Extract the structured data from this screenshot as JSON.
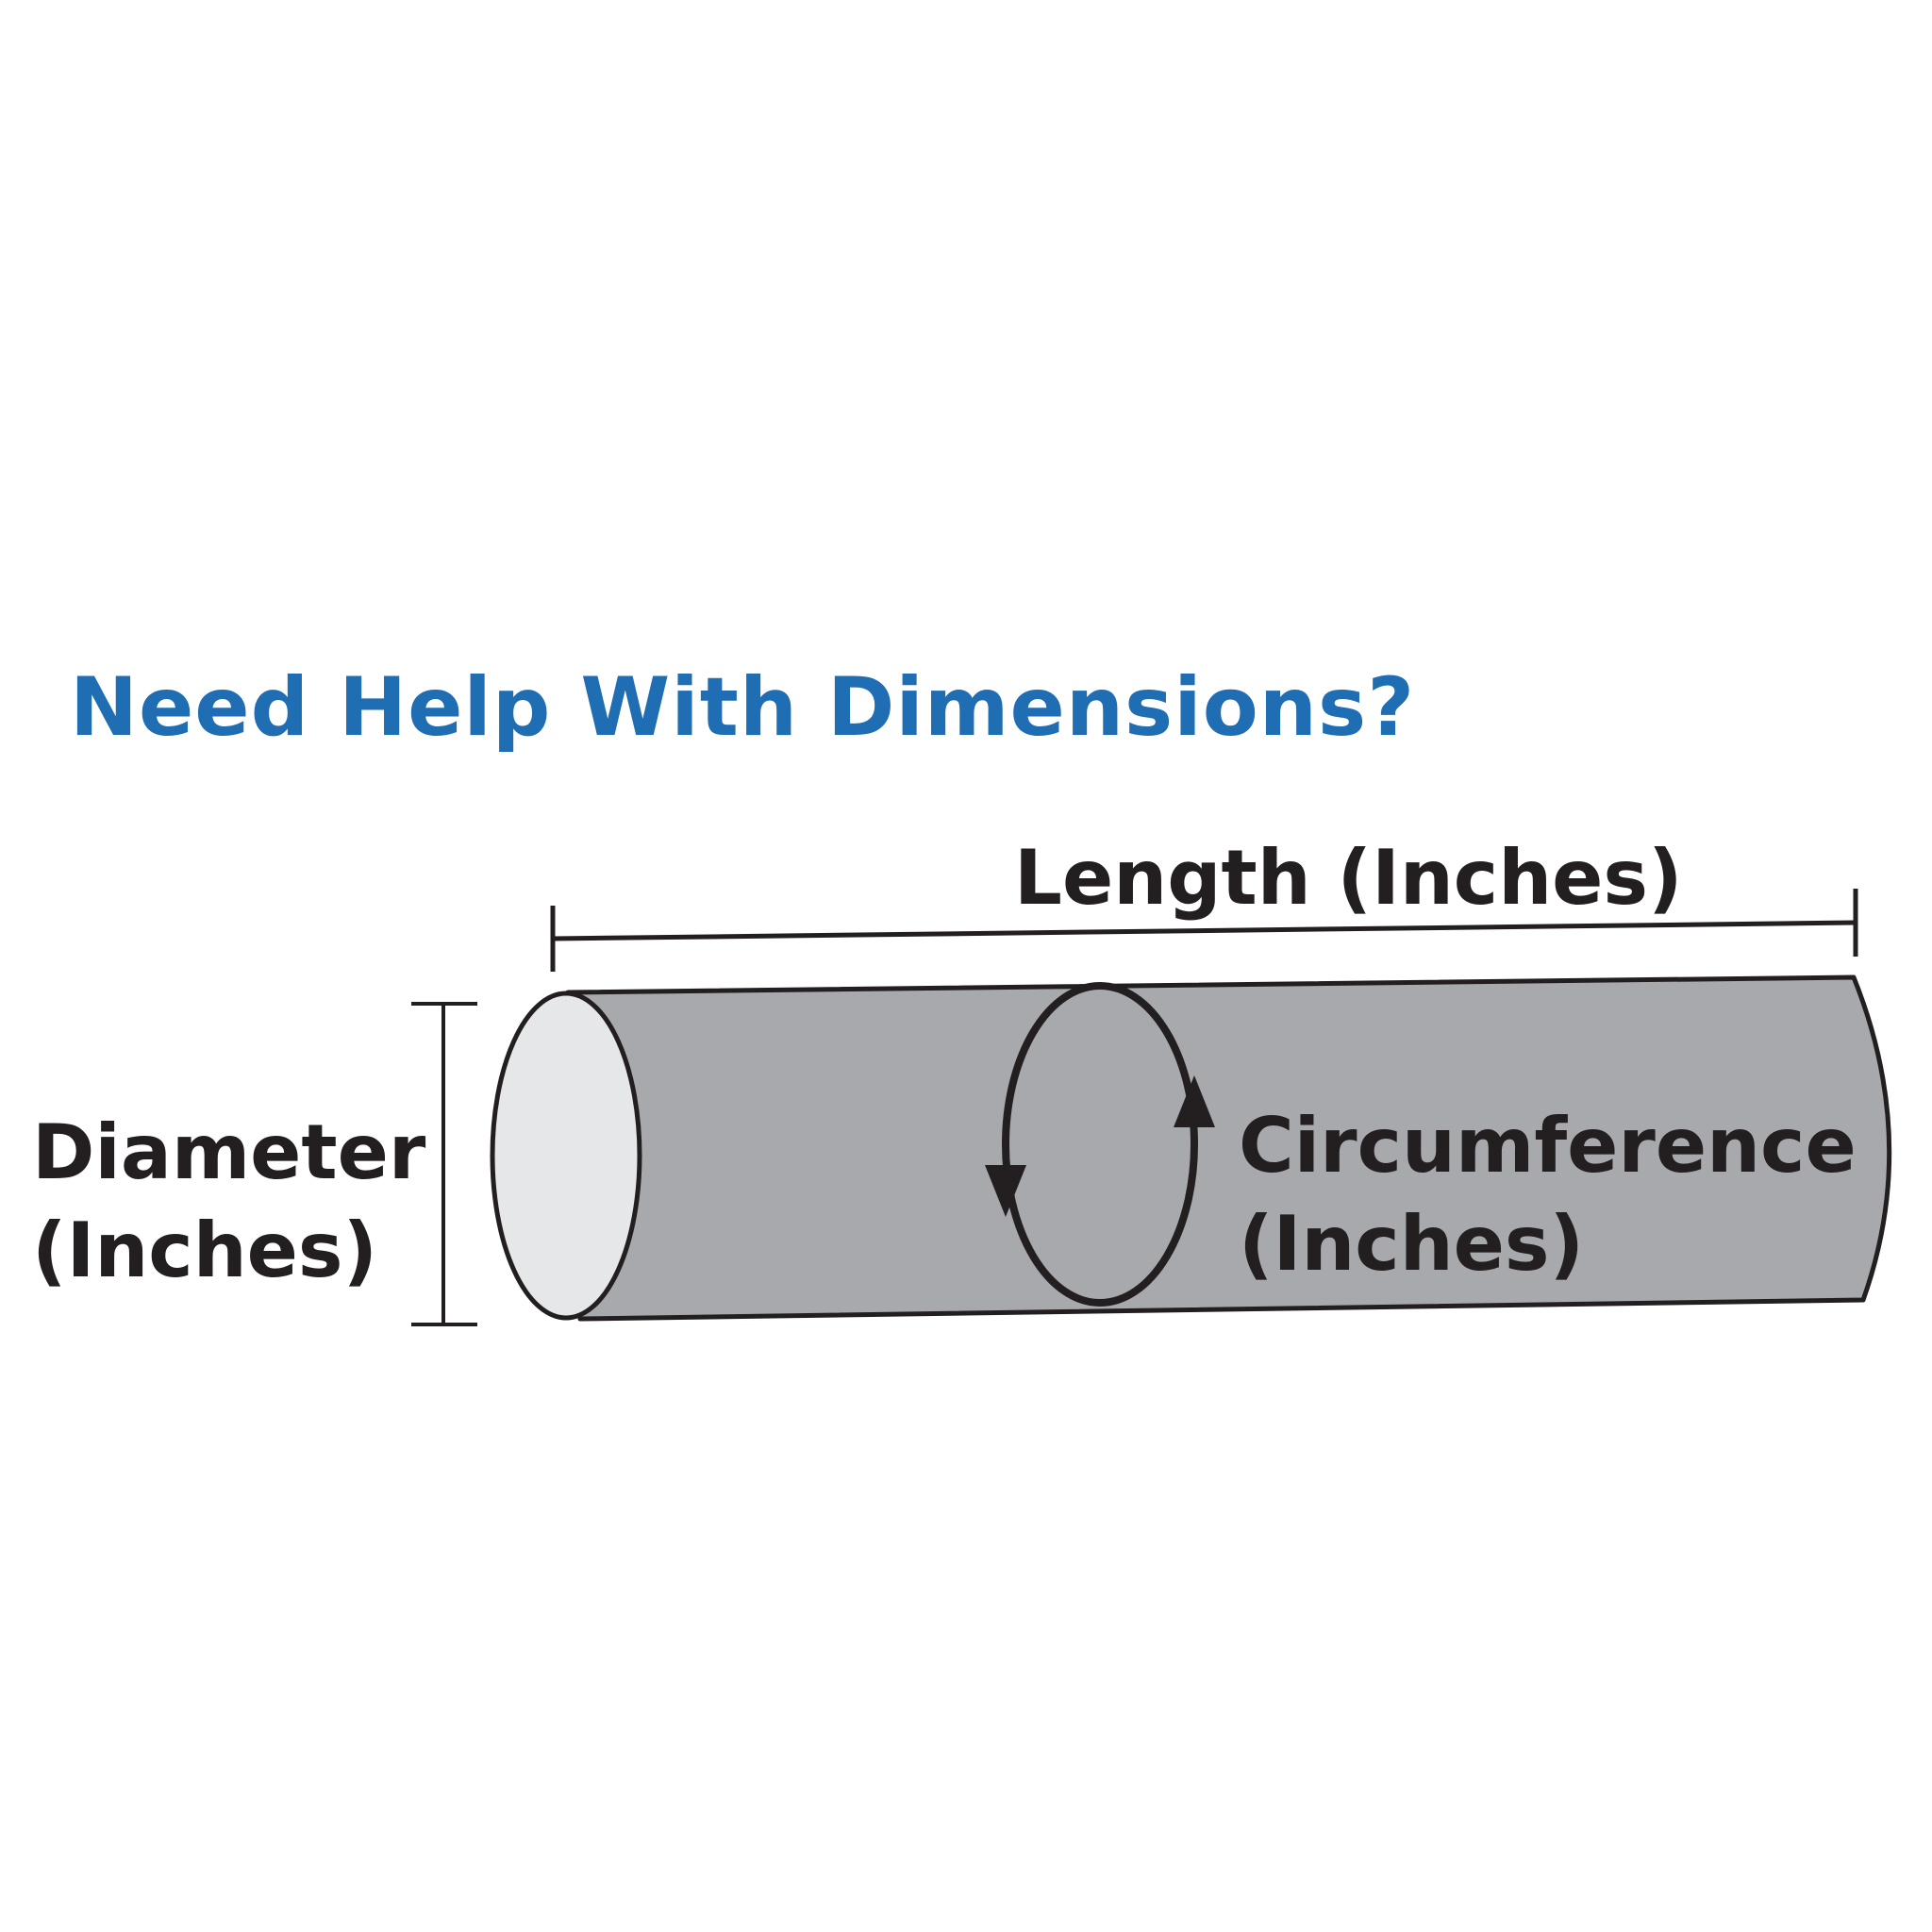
{
  "title": "Need Help With Dimensions?",
  "labels": {
    "length": "Length (Inches)",
    "diameter_line1": "Diameter",
    "diameter_line2": "(Inches)",
    "circumference_line1": "Circumference",
    "circumference_line2": "(Inches)"
  },
  "colors": {
    "title": "#1f6db3",
    "text": "#231f20",
    "tube_body": "#a7a9ac",
    "tube_end": "#e6e7e8",
    "outline": "#231f20"
  }
}
